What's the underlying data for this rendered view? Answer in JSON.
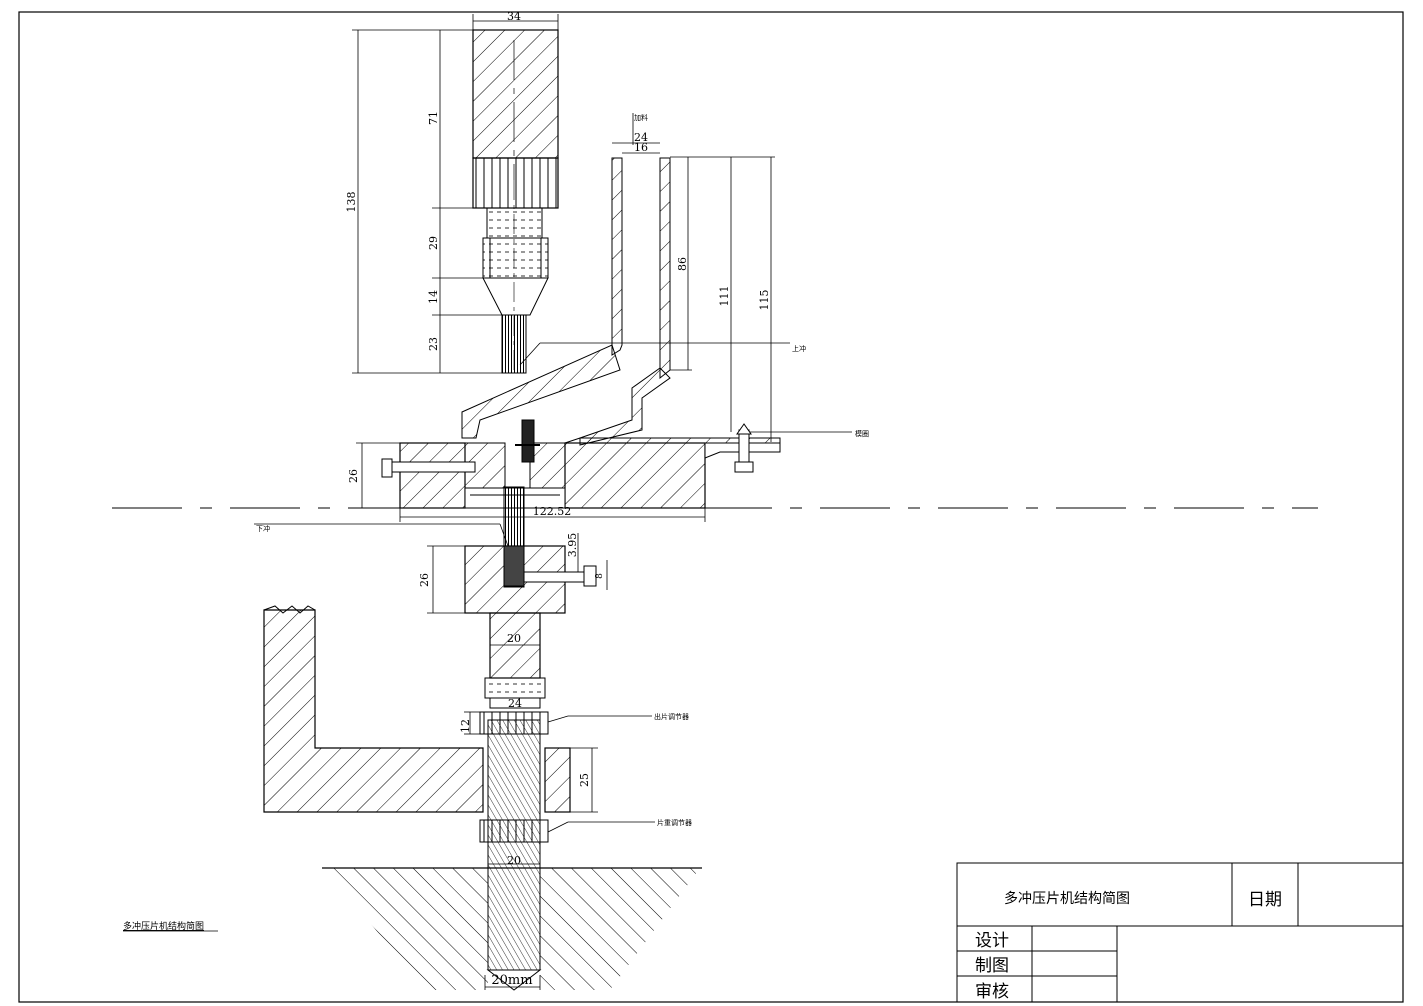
{
  "drawing": {
    "caption": "多冲压片机结构简图",
    "labels": {
      "feed": "加料",
      "upper_punch": "上冲",
      "die_ring": "模圈",
      "lower_punch": "下冲",
      "ejection_adjuster": "出片调节器",
      "weight_adjuster": "片重调节器"
    },
    "dimensions": {
      "d34": "34",
      "d138": "138",
      "d71": "71",
      "d29": "29",
      "d14": "14",
      "d23": "23",
      "d24": "24",
      "d16": "16",
      "d86": "86",
      "d111": "111",
      "d115": "115",
      "d26a": "26",
      "d122": "122.52",
      "d395": "3.95",
      "d8": "8",
      "d26b": "26",
      "d20a": "20",
      "d24b": "24",
      "d12": "12",
      "d25": "25",
      "d20b": "20",
      "d20mm": "20mm"
    }
  },
  "title_block": {
    "title": "多冲压片机结构简图",
    "date_label": "日期",
    "design_label": "设计",
    "drawing_label": "制图",
    "review_label": "审核"
  }
}
